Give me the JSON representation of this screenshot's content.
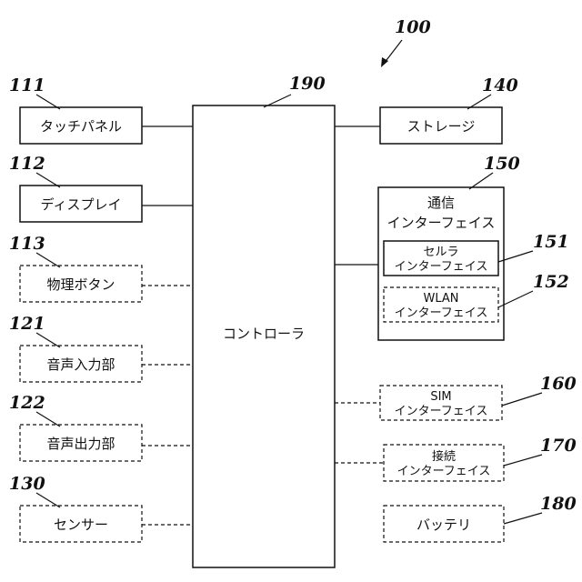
{
  "figure_ref": "100",
  "controller": {
    "ref": "190",
    "label": "コントローラ"
  },
  "left_components": [
    {
      "ref": "111",
      "label": "タッチパネル"
    },
    {
      "ref": "112",
      "label": "ディスプレイ"
    },
    {
      "ref": "113",
      "label": "物理ボタン"
    },
    {
      "ref": "121",
      "label": "音声入力部"
    },
    {
      "ref": "122",
      "label": "音声出力部"
    },
    {
      "ref": "130",
      "label": "センサー"
    }
  ],
  "storage": {
    "ref": "140",
    "label": "ストレージ"
  },
  "comm_interface": {
    "ref": "150",
    "label_line1": "通信",
    "label_line2": "インターフェイス",
    "cellular": {
      "ref": "151",
      "label_line1": "セルラ",
      "label_line2": "インターフェイス"
    },
    "wlan": {
      "ref": "152",
      "label_line1": "WLAN",
      "label_line2": "インターフェイス"
    }
  },
  "sim_interface": {
    "ref": "160",
    "label_line1": "SIM",
    "label_line2": "インターフェイス"
  },
  "connection_interface": {
    "ref": "170",
    "label_line1": "接続",
    "label_line2": "インターフェイス"
  },
  "battery": {
    "ref": "180",
    "label": "バッテリ"
  }
}
